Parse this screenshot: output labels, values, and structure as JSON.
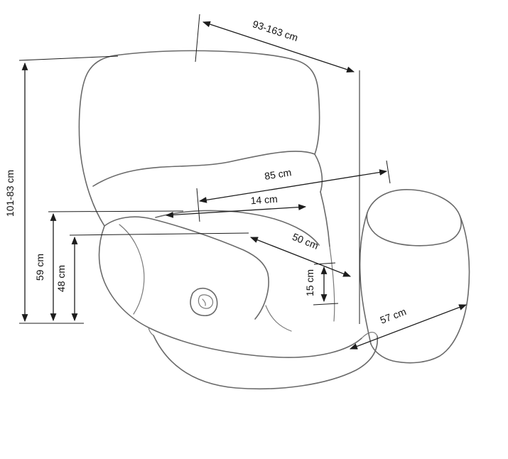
{
  "diagram": {
    "subject": "recliner armchair dimension drawing",
    "line_color": "#6a6a6a",
    "dimension_color": "#1c1c1c",
    "dimensions": {
      "height": "101-83 cm",
      "recline_depth": "93-163 cm",
      "width": "85 cm",
      "armrest_width": "14 cm",
      "seat_depth": "50 cm",
      "armrest_height": "59 cm",
      "seat_height": "48 cm",
      "cushion_thickness": "15 cm",
      "base_depth": "57 cm"
    }
  }
}
